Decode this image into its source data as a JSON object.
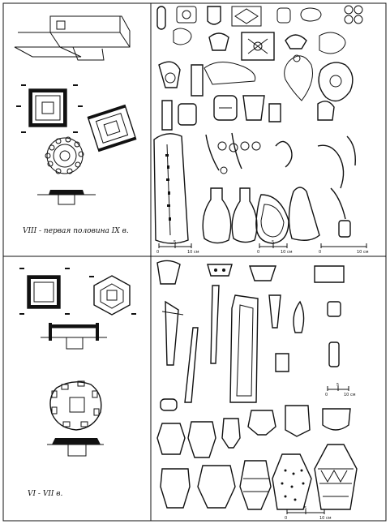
{
  "periods": {
    "upper": {
      "label": "VIII - первая половина IX в."
    },
    "lower": {
      "label": "VI - VII в."
    }
  },
  "scales": {
    "upper_left": {
      "zero": "0",
      "mid": "5",
      "end": "10 см"
    },
    "upper_mid": {
      "zero": "0",
      "mid": "5",
      "end": "10 см"
    },
    "upper_right": {
      "zero": "0",
      "end": "10 см"
    },
    "lower_mid": {
      "zero": "0",
      "mid": "5",
      "end": "10 см"
    },
    "lower_bottom": {
      "zero": "0",
      "mid": "5",
      "end": "10 см"
    }
  },
  "colors": {
    "ink": "#111111",
    "paper": "#ffffff"
  }
}
